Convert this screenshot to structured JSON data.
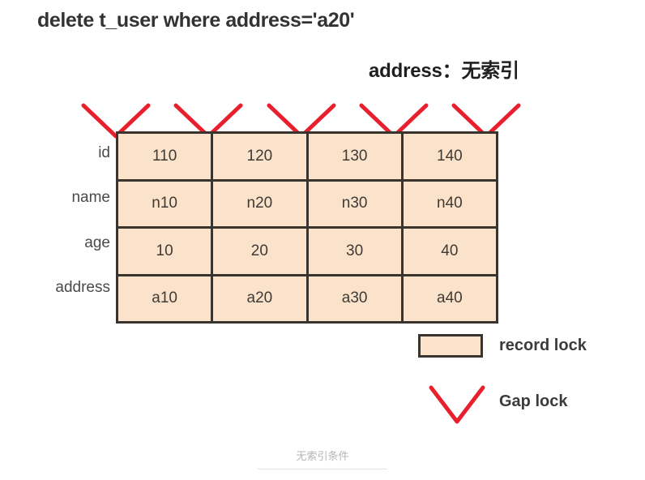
{
  "title": "delete t_user where address='a20'",
  "subtitle": "address：无索引",
  "colors": {
    "cell_fill": "#fbe3cb",
    "cell_border": "#3a342f",
    "gap_lock_red": "#e8202e",
    "text": "#3b3b3b",
    "watermark": "#b6b6b6"
  },
  "table": {
    "row_labels": [
      "id",
      "name",
      "age",
      "address"
    ],
    "rows": [
      [
        "110",
        "120",
        "130",
        "140"
      ],
      [
        "n10",
        "n20",
        "n30",
        "n40"
      ],
      [
        "10",
        "20",
        "30",
        "40"
      ],
      [
        "a10",
        "a20",
        "a30",
        "a40"
      ]
    ]
  },
  "gap_locks": {
    "count": 5,
    "boundary_x": [
      143,
      257,
      372,
      486,
      600
    ]
  },
  "legend": {
    "record_lock_label": "record lock",
    "gap_lock_label": "Gap lock"
  },
  "watermark": "无索引条件"
}
